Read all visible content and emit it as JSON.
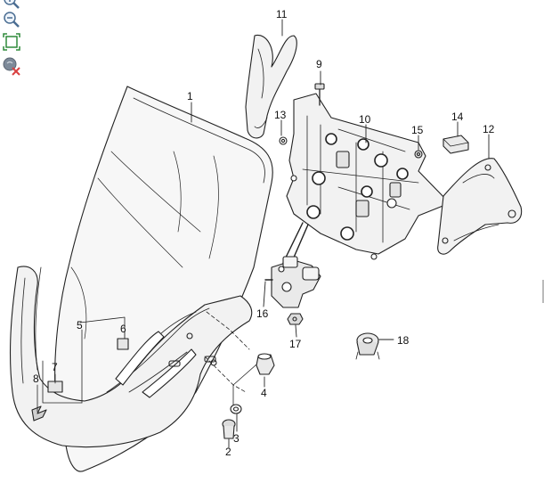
{
  "toolbar": {
    "tools": [
      {
        "name": "zoom-in"
      },
      {
        "name": "zoom-out"
      },
      {
        "name": "fit-to-window"
      },
      {
        "name": "reset-highlight"
      }
    ]
  },
  "diagram": {
    "callouts": {
      "c1": "1",
      "c2": "2",
      "c3": "3",
      "c4": "4",
      "c5": "5",
      "c6": "6",
      "c7": "7",
      "c8": "8",
      "c9": "9",
      "c10": "10",
      "c11": "11",
      "c12": "12",
      "c13": "13",
      "c14": "14",
      "c15": "15",
      "c16": "16",
      "c17": "17",
      "c18": "18"
    },
    "colors": {
      "line": "#222222",
      "fill": "#f2f2f2",
      "accent": "#d94040"
    }
  }
}
